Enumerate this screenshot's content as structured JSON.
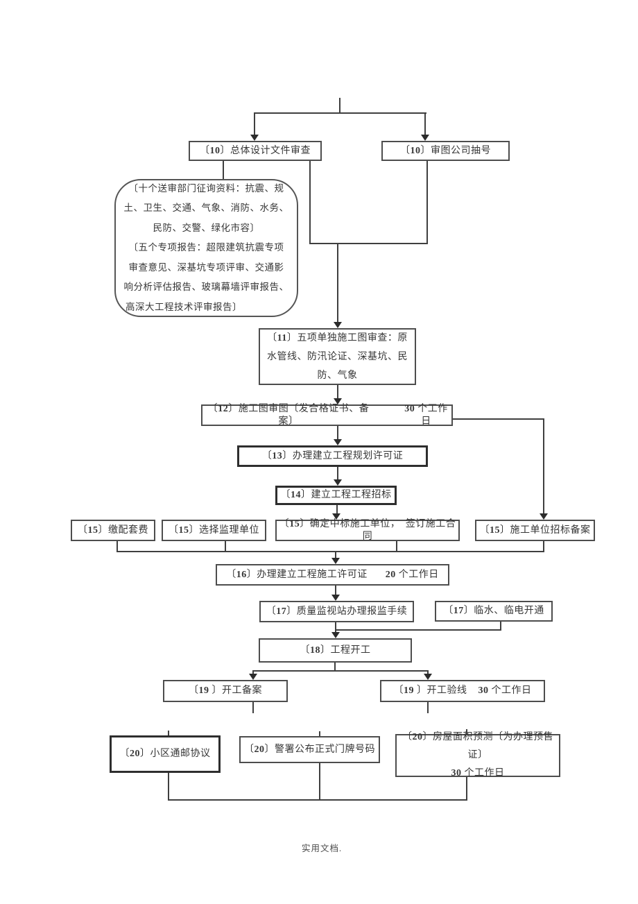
{
  "nodes": {
    "n10a": {
      "label": "〔10〕总体设计文件审查"
    },
    "n10b": {
      "label": "〔10〕审图公司抽号"
    },
    "n11": {
      "label": "〔11〕五项单独施工图审查：原\n水管线、防汛论证、深基坑、民\n防、气象"
    },
    "n12": {
      "label": "〔12〕施工图审图〔发合格证书、备案〕",
      "duration": "30 个工作日"
    },
    "n13": {
      "label": "〔13〕办理建立工程规划许可证"
    },
    "n14": {
      "label": "〔14〕建立工程工程招标"
    },
    "n15a": {
      "label": "〔15〕缴配套费"
    },
    "n15b": {
      "label": "〔15〕选择监理单位"
    },
    "n15c": {
      "label": "〔15〕确定中标施工单位，　签订施工合同"
    },
    "n15d": {
      "label": "〔15〕施工单位招标备案"
    },
    "n16": {
      "label": "〔16〕办理建立工程施工许可证",
      "duration": "20 个工作日"
    },
    "n17a": {
      "label": "〔17〕质量监视站办理报监手续"
    },
    "n17b": {
      "label": "〔17〕临水、临电开通"
    },
    "n18": {
      "label": "〔18〕工程开工"
    },
    "n19a": {
      "label": "〔19 〕开工备案"
    },
    "n19b": {
      "label": "〔19 〕开工验线",
      "duration": "30 个工作日"
    },
    "n20a": {
      "label": "〔20〕小区通邮协议"
    },
    "n20b": {
      "label": "〔20〕警署公布正式门牌号码"
    },
    "n20c": {
      "line1": "〔20〕房屋面积预测〔为办理预售证〕",
      "line2": "30 个工作日"
    }
  },
  "note": {
    "lines": [
      "〔十个送审部门征询资料：抗震、规",
      "土、卫生、交通、气象、消防、水务、",
      "民防、交警、绿化市容〕",
      "〔五个专项报告：超限建筑抗震专项",
      "审查意见、深基坑专项评审、交通影",
      "响分析评估报告、玻璃幕墙评审报告、",
      "高深大工程技术评审报告〕"
    ]
  },
  "footer": {
    "text": "实用文档."
  }
}
